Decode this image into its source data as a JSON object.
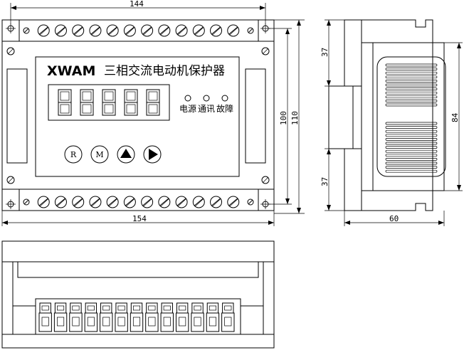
{
  "front_view": {
    "brand": "XWAM",
    "product_name": "三相交流电动机保护器",
    "display_digit_count": 5,
    "led_indicators": [
      {
        "label": "电源"
      },
      {
        "label": "通讯"
      },
      {
        "label": "故障"
      }
    ],
    "buttons": [
      {
        "label": "R",
        "icon": "letter-r"
      },
      {
        "label": "M",
        "icon": "letter-m"
      },
      {
        "label": "",
        "icon": "up-triangle-icon"
      },
      {
        "label": "",
        "icon": "right-triangle-icon"
      }
    ],
    "terminal_count_top": 14,
    "terminal_count_bottom": 14
  },
  "side_view": {},
  "bottom_view": {
    "terminal_count": 13
  },
  "dimensions": {
    "front_top_width": "144",
    "front_bottom_width": "154",
    "front_inner_height": "100",
    "front_outer_height": "110",
    "side_upper_offset": "37",
    "side_lower_offset": "37",
    "side_height": "84",
    "side_depth": "60"
  }
}
